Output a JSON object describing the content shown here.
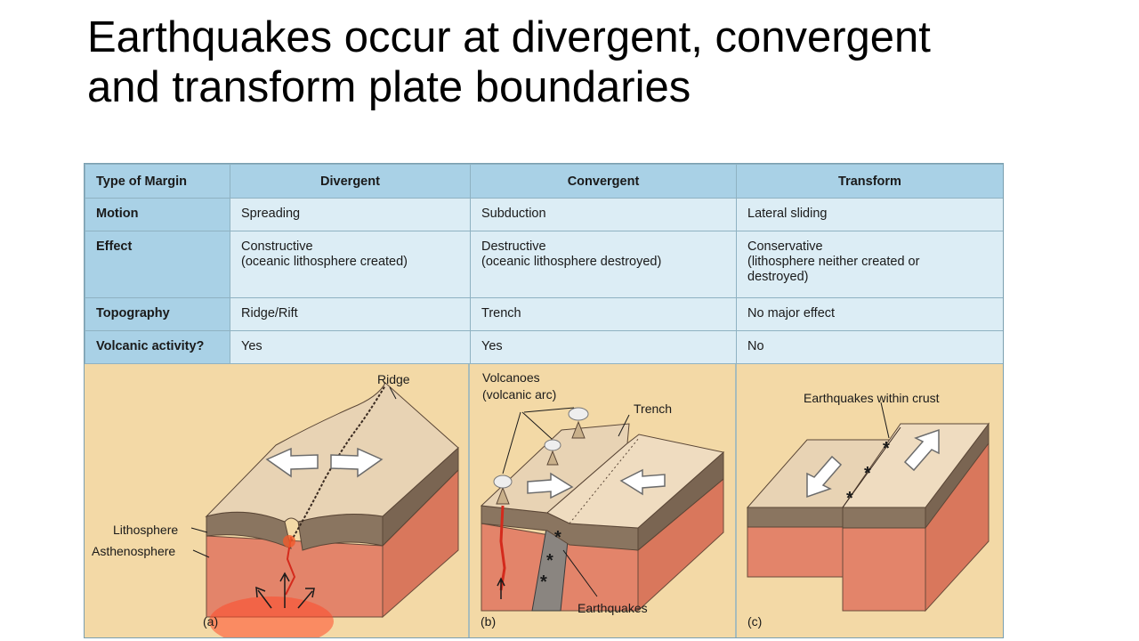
{
  "title": "Earthquakes occur at divergent, convergent and transform plate boundaries",
  "table": {
    "header": [
      "Type of Margin",
      "Divergent",
      "Convergent",
      "Transform"
    ],
    "rows": [
      {
        "label": "Motion",
        "cells": [
          "Spreading",
          "Subduction",
          "Lateral sliding"
        ]
      },
      {
        "label": "Effect",
        "cells": [
          "Constructive\n(oceanic lithosphere created)",
          "Destructive\n(oceanic lithosphere destroyed)",
          "Conservative\n(lithosphere neither created or\ndestroyed)"
        ]
      },
      {
        "label": "Topography",
        "cells": [
          "Ridge/Rift",
          "Trench",
          "No major effect"
        ]
      },
      {
        "label": "Volcanic activity?",
        "cells": [
          "Yes",
          "Yes",
          "No"
        ]
      }
    ]
  },
  "panels": {
    "a": {
      "tag": "(a)",
      "ridge": "Ridge",
      "lithosphere": "Lithosphere",
      "asthenosphere": "Asthenosphere"
    },
    "b": {
      "tag": "(b)",
      "volcanoes_1": "Volcanoes",
      "volcanoes_2": "(volcanic arc)",
      "trench": "Trench",
      "earthquakes": "Earthquakes",
      "quake_mark": "*"
    },
    "c": {
      "tag": "(c)",
      "earthquakes_crust": "Earthquakes within crust",
      "quake_mark": "*"
    }
  },
  "colors": {
    "header_bg": "#a9d1e6",
    "cell_bg": "#dcedf5",
    "panel_bg": "#f3d9a6",
    "crust_top": "#e8d3b4",
    "crust_side": "#8a7560",
    "mantle_side": "#e3846a",
    "magma": "#d42a1c"
  }
}
